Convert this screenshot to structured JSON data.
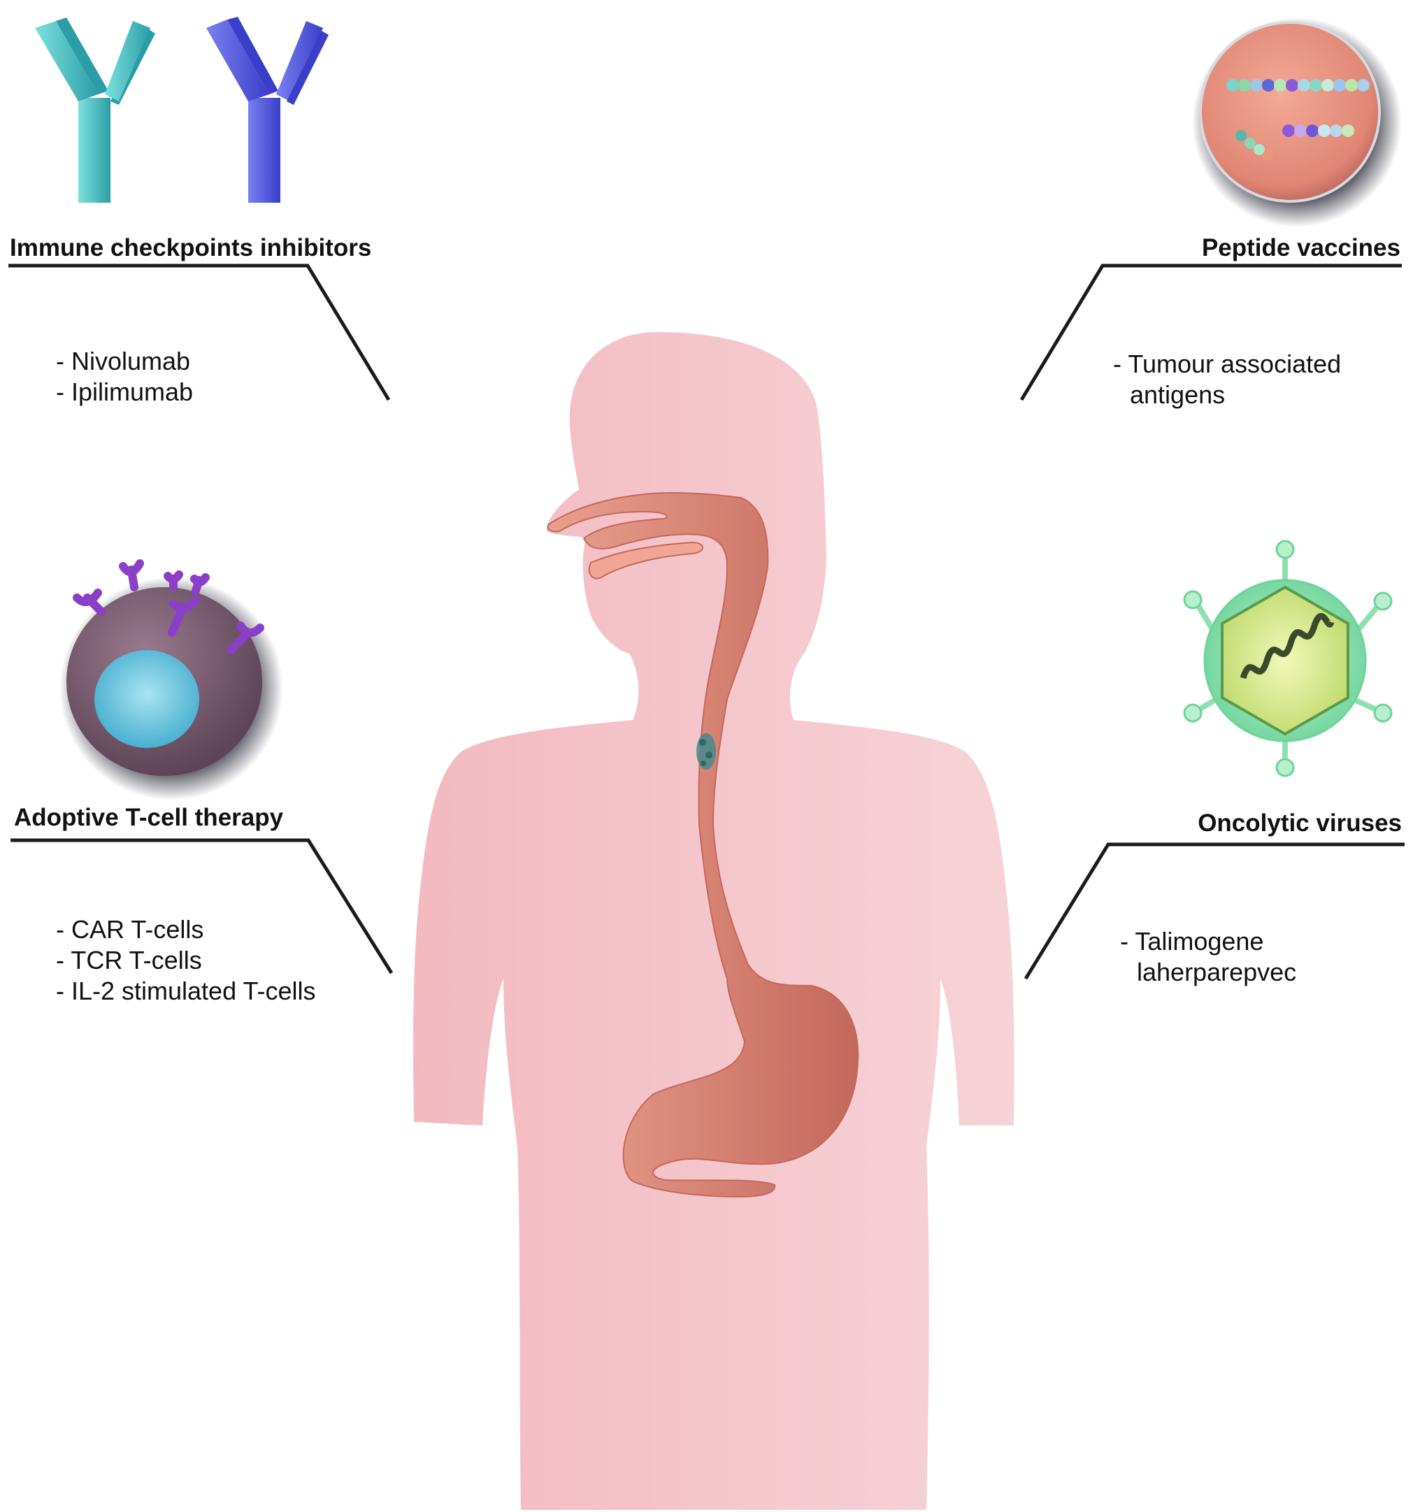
{
  "categories": {
    "checkpoint": {
      "title": "Immune checkpoints inhibitors",
      "items": [
        "- Nivolumab",
        "- Ipilimumab"
      ]
    },
    "peptide": {
      "title": "Peptide vaccines",
      "items": [
        "- Tumour associated",
        "antigens"
      ]
    },
    "adoptive": {
      "title": "Adoptive T-cell therapy",
      "items": [
        "- CAR T-cells",
        "- TCR T-cells",
        "- IL-2 stimulated T-cells"
      ]
    },
    "oncolytic": {
      "title": "Oncolytic viruses",
      "items": [
        "- Talimogene",
        "laherparepvec"
      ]
    }
  },
  "colors": {
    "body": "#f4c3c9",
    "organ": "#dd8a78",
    "organ_dark": "#c0655a",
    "antibody_teal": "#3fb8b8",
    "antibody_blue": "#4a4ed8",
    "cell_body": "#7a5a6e",
    "cell_nucleus": "#6cc4de",
    "receptor": "#8a3fc8",
    "vaccine_sphere": "#e88a78",
    "virus_outer": "#8ee0b0",
    "virus_inner": "#d8ec88",
    "line": "#1a1a1a"
  },
  "icons": [
    "antibody-teal-icon",
    "antibody-blue-icon",
    "peptide-sphere-icon",
    "t-cell-icon",
    "virus-icon",
    "human-silhouette",
    "tumour-icon"
  ]
}
